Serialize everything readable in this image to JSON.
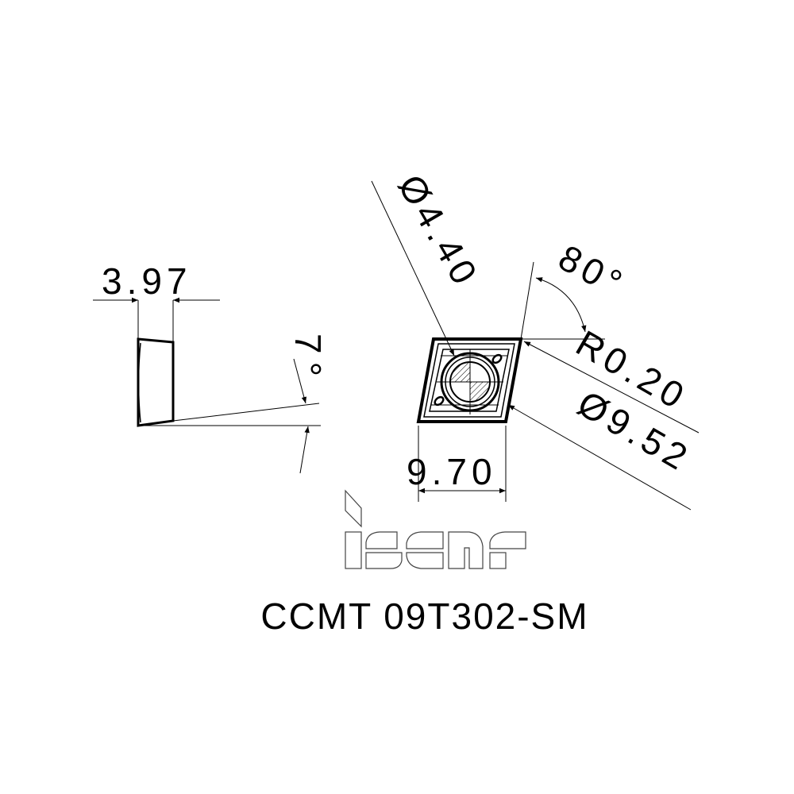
{
  "drawing": {
    "part_number": "CCMT 09T302-SM",
    "brand": "iscar",
    "dimensions": {
      "thickness": "3.97",
      "clearance_angle": "7°",
      "hole_diameter": "Ø4.40",
      "corner_angle": "80°",
      "corner_radius": "R0.20",
      "inscribed_circle": "Ø9.52",
      "edge_length": "9.70"
    }
  }
}
